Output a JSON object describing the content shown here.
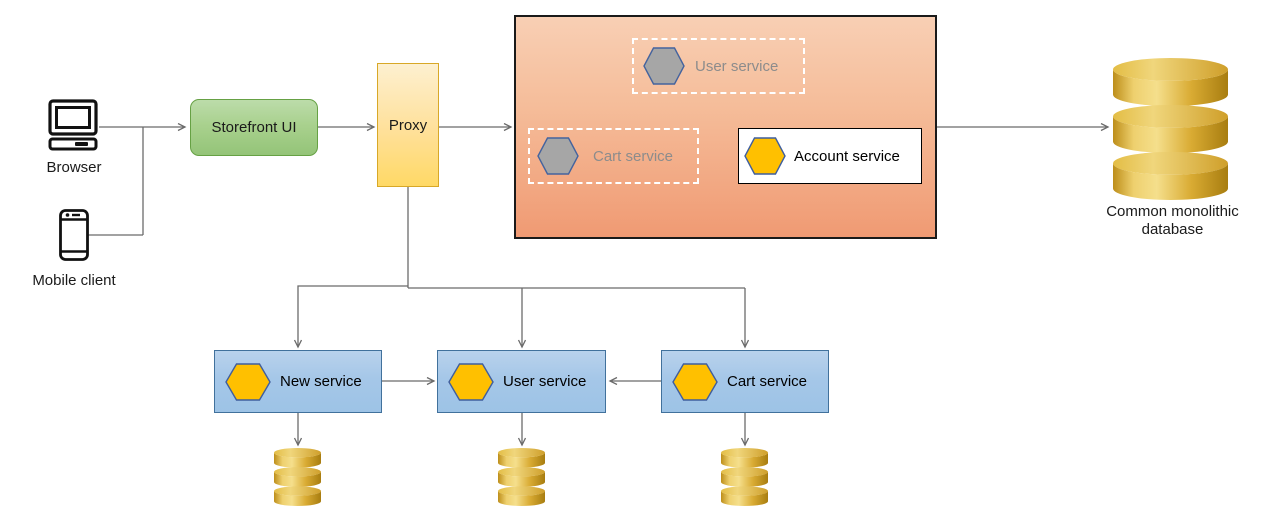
{
  "diagram": {
    "clients": {
      "browser_label": "Browser",
      "mobile_label": "Mobile client"
    },
    "storefront": {
      "label": "Storefront UI"
    },
    "proxy": {
      "label": "Proxy"
    },
    "monolith": {
      "user_service_label": "User service",
      "cart_service_label": "Cart service",
      "account_service_label": "Account service"
    },
    "monolith_database": {
      "line1": "Common monolithic",
      "line2": "database"
    },
    "bottom_services": [
      {
        "label": "New service"
      },
      {
        "label": "User service"
      },
      {
        "label": "Cart service"
      }
    ],
    "colors": {
      "storefront_fill": "#a9d18e",
      "storefront_border": "#66a144",
      "proxy_fill": "#ffd966",
      "proxy_border": "#d8a827",
      "monolith_fill_top": "#f8cfb4",
      "monolith_fill_bottom": "#f09a73",
      "monolith_border": "#1a1a1a",
      "service_box_fill": "#9dc3e6",
      "service_box_border": "#41719c",
      "hexagon_yellow": "#ffc000",
      "hexagon_gray": "#a6a6a6",
      "hexagon_border": "#3f5e9e",
      "dashed_box_border": "#ffffff",
      "faded_text": "#8c8c8c",
      "connector": "#6b6b6b",
      "database_gold": "#d9a521"
    }
  }
}
